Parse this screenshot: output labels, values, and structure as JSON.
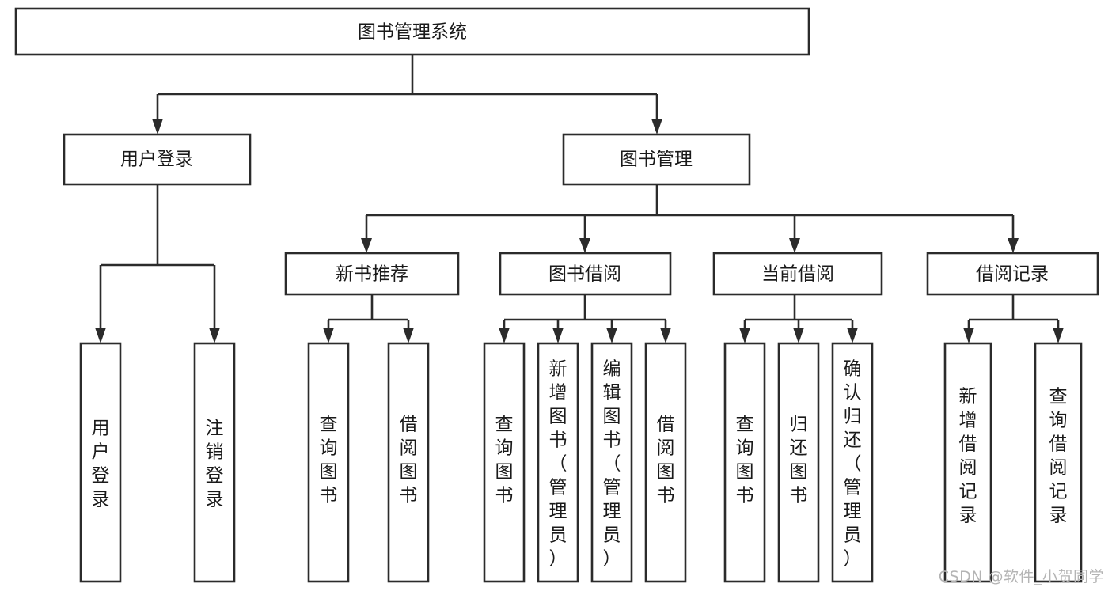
{
  "diagram": {
    "type": "tree",
    "title": "图书管理系统",
    "orientation": "top-down",
    "background_color": "#ffffff",
    "line_color": "#2b2b2b",
    "text_color": "#1a1a1a",
    "root": {
      "id": "root",
      "label": "图书管理系统",
      "text_orientation": "horizontal"
    },
    "level2": [
      {
        "id": "user-login",
        "label": "用户登录",
        "text_orientation": "horizontal"
      },
      {
        "id": "book-management",
        "label": "图书管理",
        "text_orientation": "horizontal"
      }
    ],
    "level3": [
      {
        "id": "new-book-recommend",
        "label": "新书推荐",
        "text_orientation": "horizontal",
        "parent": "book-management"
      },
      {
        "id": "book-borrow",
        "label": "图书借阅",
        "text_orientation": "horizontal",
        "parent": "book-management"
      },
      {
        "id": "current-borrow",
        "label": "当前借阅",
        "text_orientation": "horizontal",
        "parent": "book-management"
      },
      {
        "id": "borrow-record",
        "label": "借阅记录",
        "text_orientation": "horizontal",
        "parent": "book-management"
      }
    ],
    "leaves": [
      {
        "id": "leaf-user-login",
        "label": "用户登录",
        "text_orientation": "vertical",
        "parent": "user-login"
      },
      {
        "id": "leaf-logout",
        "label": "注销登录",
        "text_orientation": "vertical",
        "parent": "user-login"
      },
      {
        "id": "leaf-query-book-1",
        "label": "查询图书",
        "text_orientation": "vertical",
        "parent": "new-book-recommend"
      },
      {
        "id": "leaf-borrow-book-1",
        "label": "借阅图书",
        "text_orientation": "vertical",
        "parent": "new-book-recommend"
      },
      {
        "id": "leaf-query-book-2",
        "label": "查询图书",
        "text_orientation": "vertical",
        "parent": "book-borrow"
      },
      {
        "id": "leaf-add-book",
        "label": "新增图书（管理员）",
        "text_orientation": "vertical",
        "parent": "book-borrow"
      },
      {
        "id": "leaf-edit-book",
        "label": "编辑图书（管理员）",
        "text_orientation": "vertical",
        "parent": "book-borrow"
      },
      {
        "id": "leaf-borrow-book-2",
        "label": "借阅图书",
        "text_orientation": "vertical",
        "parent": "book-borrow"
      },
      {
        "id": "leaf-query-book-3",
        "label": "查询图书",
        "text_orientation": "vertical",
        "parent": "current-borrow"
      },
      {
        "id": "leaf-return-book",
        "label": "归还图书",
        "text_orientation": "vertical",
        "parent": "current-borrow"
      },
      {
        "id": "leaf-confirm-return",
        "label": "确认归还（管理员）",
        "text_orientation": "vertical",
        "parent": "current-borrow"
      },
      {
        "id": "leaf-add-record",
        "label": "新增借阅记录",
        "text_orientation": "vertical",
        "parent": "borrow-record"
      },
      {
        "id": "leaf-query-record",
        "label": "查询借阅记录",
        "text_orientation": "vertical",
        "parent": "borrow-record"
      }
    ]
  },
  "watermark": {
    "text": "CSDN @软件_小贺同学"
  }
}
